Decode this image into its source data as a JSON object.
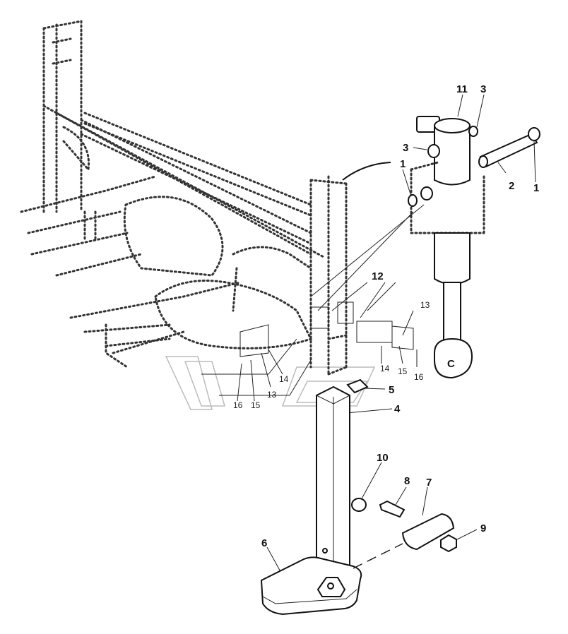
{
  "callouts": [
    {
      "id": "11",
      "text": "11"
    },
    {
      "id": "3a",
      "text": "3"
    },
    {
      "id": "3b",
      "text": "3"
    },
    {
      "id": "1a",
      "text": "1"
    },
    {
      "id": "1b",
      "text": "1"
    },
    {
      "id": "2",
      "text": "2"
    },
    {
      "id": "12",
      "text": "12"
    },
    {
      "id": "13a",
      "text": "13"
    },
    {
      "id": "13b",
      "text": "13"
    },
    {
      "id": "14a",
      "text": "14"
    },
    {
      "id": "14b",
      "text": "14"
    },
    {
      "id": "15a",
      "text": "15"
    },
    {
      "id": "15b",
      "text": "15"
    },
    {
      "id": "16a",
      "text": "16"
    },
    {
      "id": "16b",
      "text": "16"
    },
    {
      "id": "5",
      "text": "5"
    },
    {
      "id": "4",
      "text": "4"
    },
    {
      "id": "10",
      "text": "10"
    },
    {
      "id": "8",
      "text": "8"
    },
    {
      "id": "7",
      "text": "7"
    },
    {
      "id": "9",
      "text": "9"
    },
    {
      "id": "6",
      "text": "6"
    }
  ],
  "cylinder_marking": "C"
}
